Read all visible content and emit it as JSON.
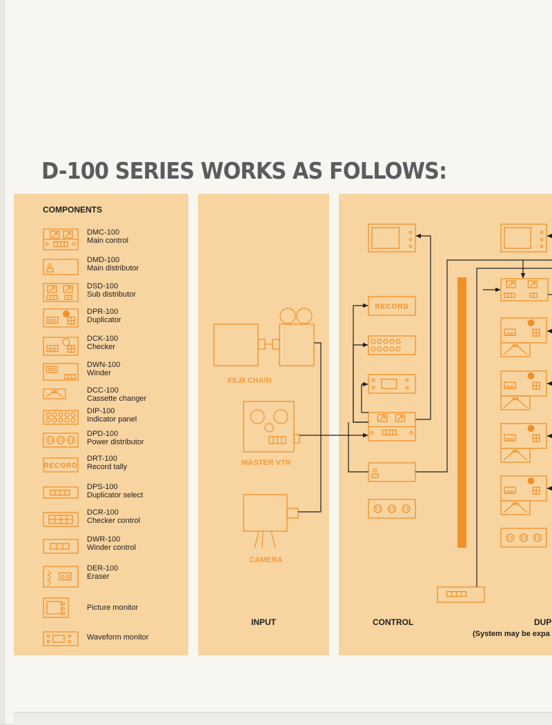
{
  "headline": "D-100 SERIES WORKS AS FOLLOWS:",
  "components_title": "COMPONENTS",
  "components": [
    {
      "icon": "main-control-icon",
      "code": "DMC-100",
      "desc": "Main control"
    },
    {
      "icon": "main-distributor-icon",
      "code": "DMD-100",
      "desc": "Main distributor"
    },
    {
      "icon": "sub-distributor-icon",
      "code": "DSD-100",
      "desc": "Sub distributor"
    },
    {
      "icon": "duplicator-icon",
      "code": "DPR-100",
      "desc": "Duplicator"
    },
    {
      "icon": "checker-icon",
      "code": "DCK-100",
      "desc": "Checker"
    },
    {
      "icon": "winder-icon",
      "code": "DWN-100",
      "desc": "Winder"
    },
    {
      "icon": "cassette-changer-icon",
      "code": "DCC-100",
      "desc": "Cassette changer"
    },
    {
      "icon": "indicator-panel-icon",
      "code": "DIP-100",
      "desc": "Indicator panel"
    },
    {
      "icon": "power-distributor-icon",
      "code": "DPD-100",
      "desc": "Power distributor"
    },
    {
      "icon": "record-tally-icon",
      "code": "DRT-100",
      "desc": "Record tally"
    },
    {
      "icon": "duplicator-select-icon",
      "code": "DPS-100",
      "desc": "Duplicator select"
    },
    {
      "icon": "checker-control-icon",
      "code": "DCR-100",
      "desc": "Checker control"
    },
    {
      "icon": "winder-control-icon",
      "code": "DWR-100",
      "desc": "Winder control"
    },
    {
      "icon": "eraser-icon",
      "code": "DER-100",
      "desc": "Eraser"
    },
    {
      "icon": "picture-monitor-icon",
      "code": "",
      "desc": "Picture monitor"
    },
    {
      "icon": "waveform-monitor-icon",
      "code": "",
      "desc": "Waveform monitor"
    }
  ],
  "record_label": "RECORD",
  "input": {
    "film_chain": "FILM CHAIN",
    "master_vtr": "MASTER VTR",
    "camera": "CAMERA",
    "title": "INPUT"
  },
  "control": {
    "title": "CONTROL"
  },
  "duplication": {
    "title": "DUP",
    "note": "(System may be expa"
  },
  "colors": {
    "panel": "#f8d4a0",
    "line": "#f0902a",
    "accent_label": "#f39c3c",
    "headline": "#5c5c5f",
    "paper": "#f8f6f1"
  }
}
